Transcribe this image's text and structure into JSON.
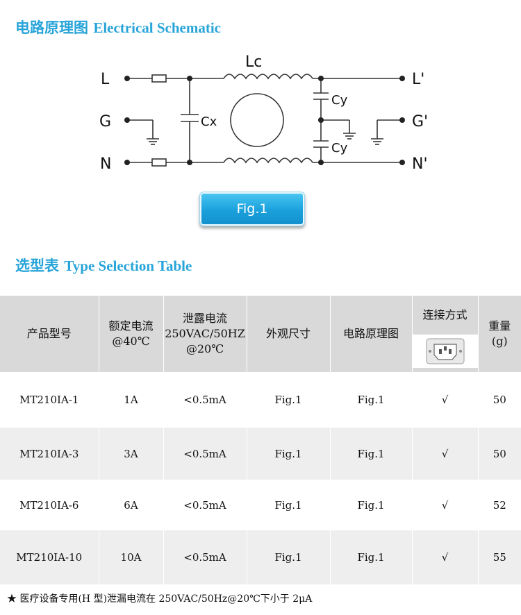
{
  "section1": {
    "title_cn": "电路原理图",
    "title_en": "Electrical Schematic"
  },
  "schematic": {
    "inductor_label": "Lc",
    "cx_label": "Cx",
    "cy_label": "Cy",
    "in_labels": [
      "L",
      "G",
      "N"
    ],
    "out_labels": [
      "L'",
      "G'",
      "N'"
    ]
  },
  "fig_button": {
    "label": "Fig.1"
  },
  "section2": {
    "title_cn": "选型表",
    "title_en": "Type Selection Table"
  },
  "table": {
    "headers": {
      "model": "产品型号",
      "rated_current_line1": "额定电流",
      "rated_current_line2": "@40℃",
      "leakage_line1": "泄露电流",
      "leakage_line2": "250VAC/50HZ",
      "leakage_line3": "@20℃",
      "dimensions": "外观尺寸",
      "circuit": "电路原理图",
      "connection": "连接方式",
      "connection_icon": "iec-c14-inlet-icon",
      "weight_line1": "重量",
      "weight_line2": "(g)"
    },
    "rows": [
      {
        "model": "MT210IA-1",
        "current": "1A",
        "leakage": "<0.5mA",
        "dimensions": "Fig.1",
        "circuit": "Fig.1",
        "connection": "√",
        "weight": "50"
      },
      {
        "model": "MT210IA-3",
        "current": "3A",
        "leakage": "<0.5mA",
        "dimensions": "Fig.1",
        "circuit": "Fig.1",
        "connection": "√",
        "weight": "50"
      },
      {
        "model": "MT210IA-6",
        "current": "6A",
        "leakage": "<0.5mA",
        "dimensions": "Fig.1",
        "circuit": "Fig.1",
        "connection": "√",
        "weight": "52"
      },
      {
        "model": "MT210IA-10",
        "current": "10A",
        "leakage": "<0.5mA",
        "dimensions": "Fig.1",
        "circuit": "Fig.1",
        "connection": "√",
        "weight": "55"
      }
    ]
  },
  "footnote": "★ 医疗设备专用(H 型)泄漏电流在 250VAC/50Hz@20℃下小于 2μA",
  "colors": {
    "title_blue": "#27a4d9",
    "button_blue": "#1aa0dc",
    "header_gray": "#d9d9d9",
    "row_gray": "#eeeeee"
  }
}
